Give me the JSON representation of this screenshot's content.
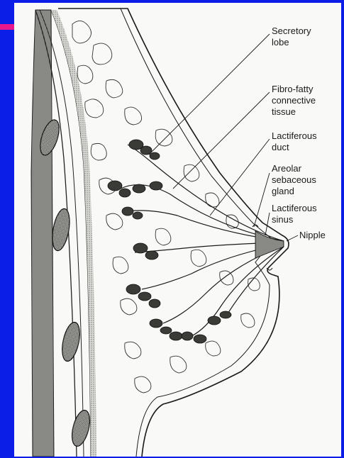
{
  "colors": {
    "background": "#0b1ee8",
    "accent": "#e8188c",
    "paper": "#f9f9f7",
    "ink": "#1a1a1a"
  },
  "labels": {
    "secretory_lobe": "Secretory\nlobe",
    "fibro_fatty": "Fibro-fatty\nconnective\ntissue",
    "lactiferous_duct": "Lactiferous\nduct",
    "areolar_gland": "Areolar\nsebaceous\ngland",
    "lactiferous_sinus": "Lactiferous\nsinus",
    "nipple": "Nipple"
  }
}
